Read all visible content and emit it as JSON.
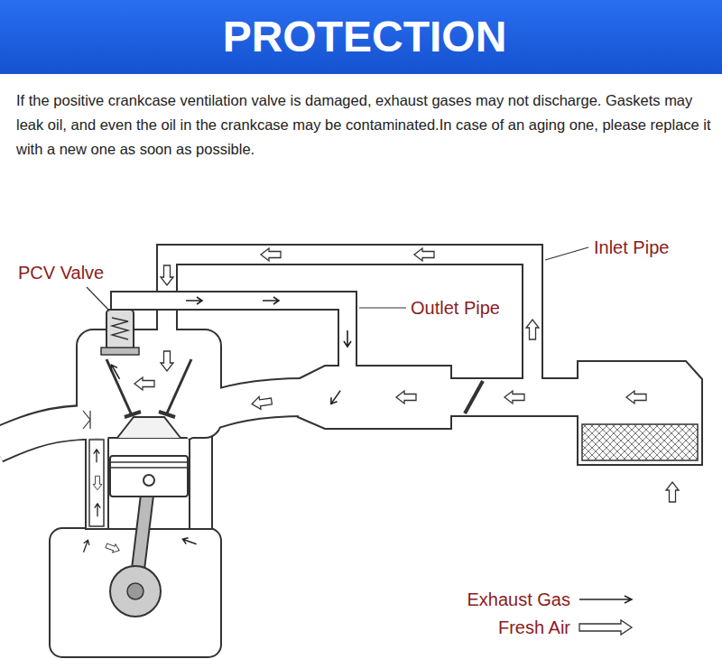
{
  "diagram": {
    "title": "PROTECTION",
    "labels": [
      "If the positive crankcase ventilation valve is damaged, exhaust gases may not discharge. Gaskets may leak oil, and even the oil in the crankcase may be contaminated.In case of an aging one, please replace it with a new one as soon as possible.",
      "Inlet Pipe",
      "PCV Valve",
      "Outlet Pipe"
    ],
    "legend": [
      {
        "text": "Exhaust Gas"
      },
      {
        "text": "Fresh Air"
      }
    ]
  }
}
